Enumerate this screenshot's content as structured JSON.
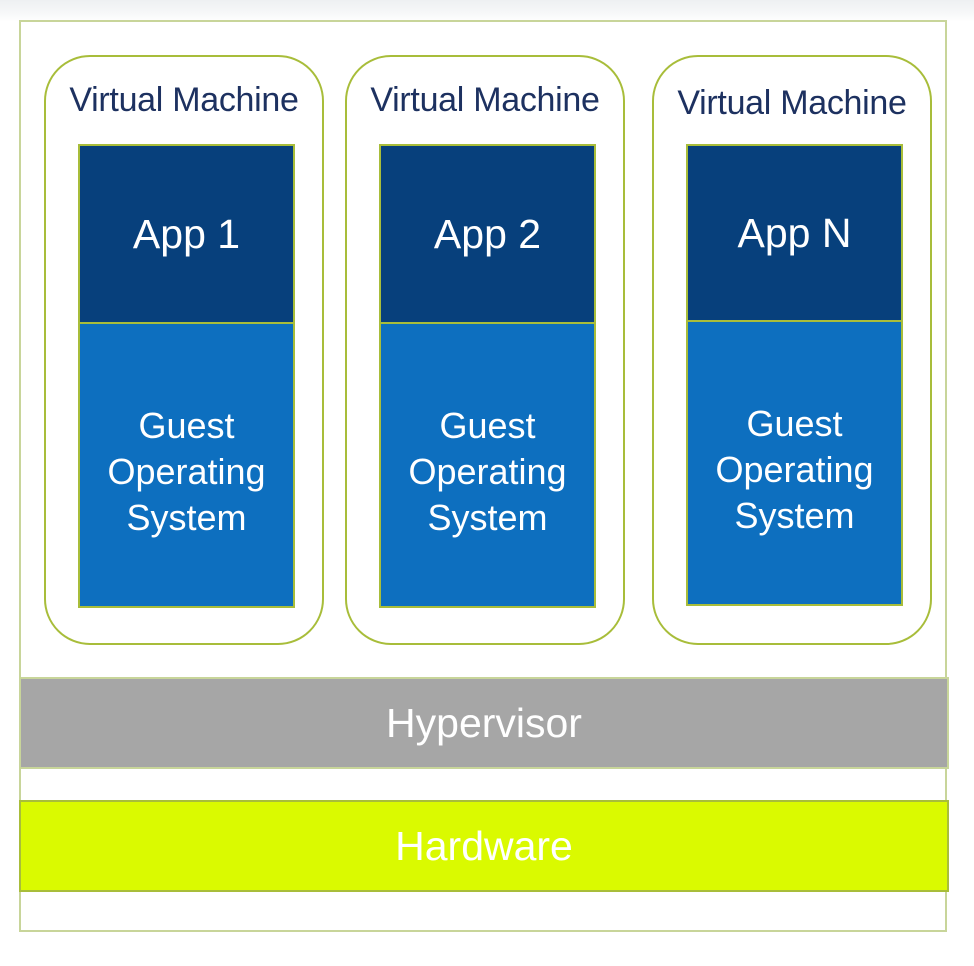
{
  "virtual_machines": [
    {
      "title": "Virtual Machine",
      "app": "App 1",
      "guest_os": [
        "Guest",
        "Operating",
        "System"
      ]
    },
    {
      "title": "Virtual Machine",
      "app": "App 2",
      "guest_os": [
        "Guest",
        "Operating",
        "System"
      ]
    },
    {
      "title": "Virtual Machine",
      "app": "App N",
      "guest_os": [
        "Guest",
        "Operating",
        "System"
      ]
    }
  ],
  "layers": {
    "hypervisor": "Hypervisor",
    "hardware": "Hardware"
  },
  "colors": {
    "app_block": "#07407c",
    "guest_os_block": "#0d6fbf",
    "hypervisor": "#a6a6a6",
    "hardware": "#dafa00",
    "outline": "#a8bd3a",
    "vm_title_text": "#1d3160"
  }
}
